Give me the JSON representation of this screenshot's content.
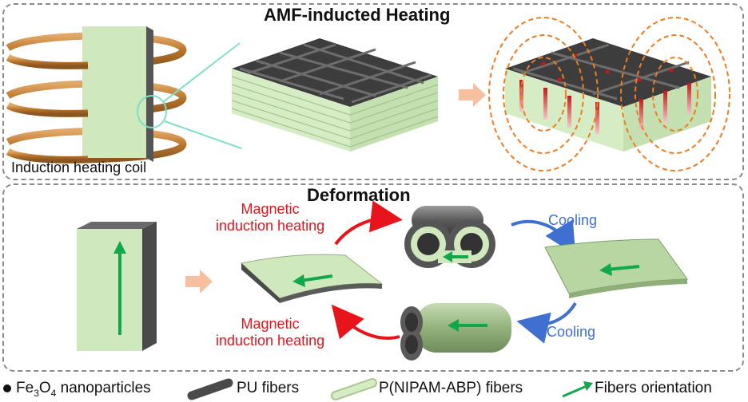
{
  "top_panel": {
    "title": "AMF-inducted Heating",
    "coil_label": "Induction heating coil"
  },
  "bottom_panel": {
    "title": "Deformation",
    "heating_label_top": [
      "Magnetic",
      "induction heating"
    ],
    "heating_label_bottom": [
      "Magnetic",
      "induction heating"
    ],
    "cooling_label_top": "Cooling",
    "cooling_label_bottom": "Cooling"
  },
  "legend": {
    "nanoparticles": {
      "prefix": "Fe",
      "sub1": "3",
      "mid": "O",
      "sub2": "4",
      "suffix": " nanoparticles"
    },
    "pu_fibers": "PU fibers",
    "pnipam_fibers": "P(NIPAM-ABP) fibers",
    "orientation": "Fibers orientation"
  },
  "colors": {
    "coil": "#c8873a",
    "sheet_green": "#cfe8bd",
    "pu_gray": "#5a5a5a",
    "arrow_green": "#10a84a",
    "heating_red": "#e8141b",
    "cooling_blue": "#3f6fd1",
    "field_orange": "#ef7d1f",
    "process_arrow": "#f6c0a0"
  }
}
